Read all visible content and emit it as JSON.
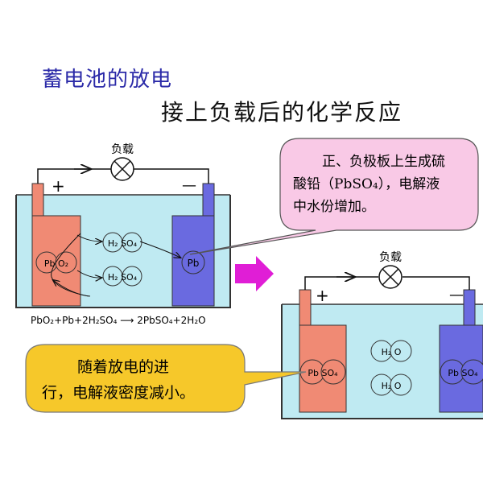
{
  "title": "蓄电池的放电",
  "subtitle": "接上负载后的化学反应",
  "left_cell": {
    "load_label": "负载",
    "plus": "+",
    "minus": "—",
    "positive_plate": "Pb O₂",
    "negative_plate": "Pb",
    "acid_top": "H₂ SO₄",
    "acid_bottom": "H₂ SO₄",
    "equation": "PbO₂+Pb+2H₂SO₄ ⟶ 2PbSO₄+2H₂O"
  },
  "right_cell": {
    "load_label": "负载",
    "plus": "+",
    "minus": "—",
    "positive_plate": "Pb SO₄",
    "negative_plate": "Pb SO₄",
    "water_top": "H₂ O",
    "water_bottom": "H₂ O"
  },
  "callout_top": {
    "line1": "正、负极板上生成硫",
    "line2": "酸铅（PbSO₄），电解液",
    "line3": "中水份增加。"
  },
  "callout_bottom": {
    "line1": "随着放电的进",
    "line2": "行，电解液密度减小。"
  },
  "colors": {
    "title": "#2b2aa8",
    "electrolyte": "#bfeaf2",
    "positive_plate": "#f08a74",
    "negative_plate": "#6a6ae0",
    "callout_pink": "#f9c9e6",
    "callout_yellow": "#f6c82a",
    "arrow_magenta": "#e01ed6"
  }
}
